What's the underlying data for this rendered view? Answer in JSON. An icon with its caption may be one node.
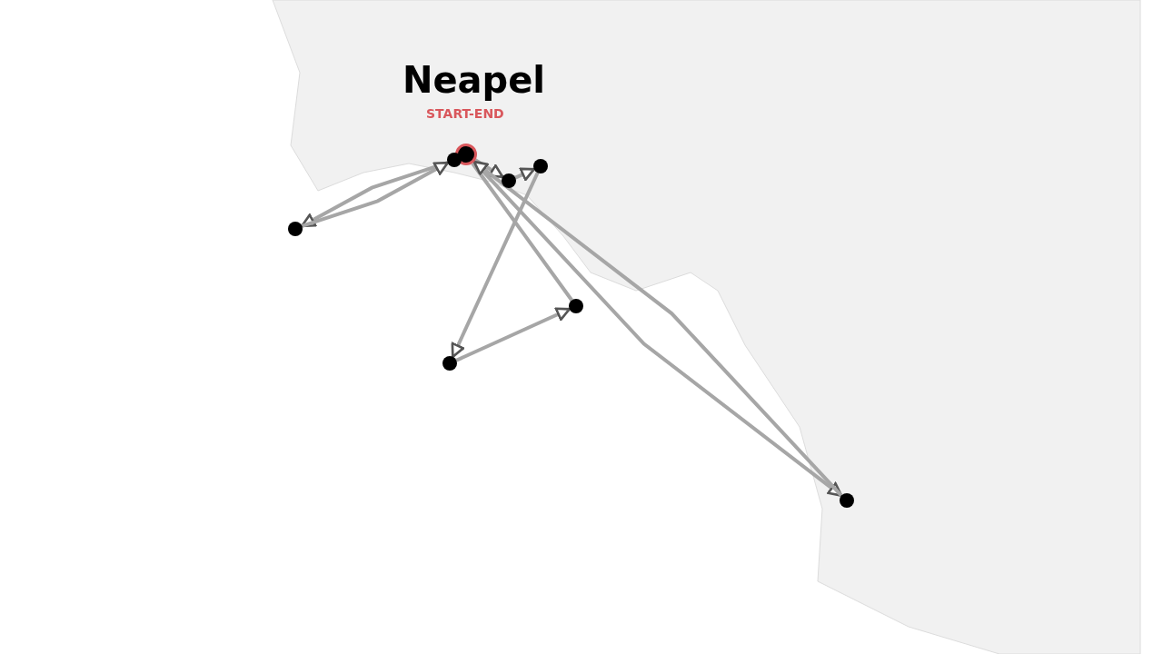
{
  "diagram": {
    "nodes": [
      {
        "text": [
          "Neapel"
        ],
        "beside": [
          "START-END"
        ]
      },
      {
        "text": [],
        "shape": "circle"
      },
      {
        "text": [],
        "shape": "circle"
      },
      {
        "text": [],
        "shape": "circle"
      },
      {
        "text": [],
        "shape": "circle"
      },
      {
        "text": [],
        "shape": "circle"
      },
      {
        "text": [],
        "shape": "circle"
      },
      {
        "text": [],
        "shape": "circle"
      }
    ],
    "edges": [
      {
        "from": 1,
        "to": 4,
        "arrow": "to"
      },
      {
        "from": 4,
        "to": 1,
        "arrow": "to"
      },
      {
        "from": 0,
        "to": 3,
        "arrow": "to"
      },
      {
        "from": 3,
        "to": 2,
        "arrow": "to"
      },
      {
        "from": 2,
        "to": 6,
        "arrow": "to"
      },
      {
        "from": 6,
        "to": 5,
        "arrow": "to"
      },
      {
        "from": 5,
        "to": 0,
        "arrow": "none"
      },
      {
        "from": 0,
        "to": 7,
        "arrow": "to"
      },
      {
        "from": 7,
        "to": 0,
        "arrow": "to"
      }
    ]
  }
}
